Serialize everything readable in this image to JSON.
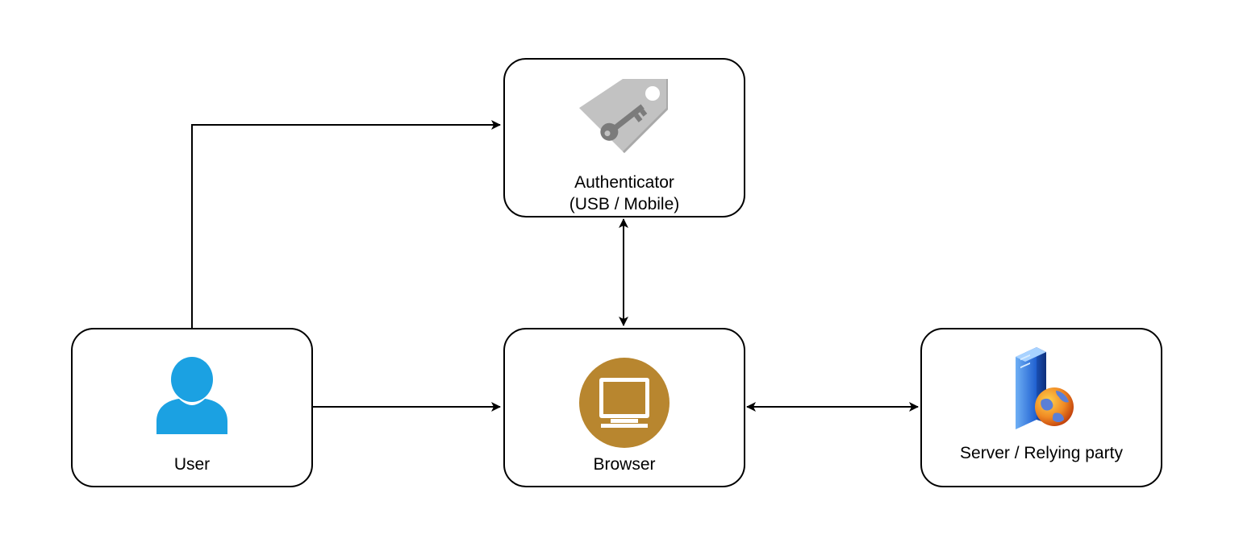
{
  "nodes": {
    "authenticator": {
      "label_line1": "Authenticator",
      "label_line2": "(USB / Mobile)",
      "icon": "key-tag-icon"
    },
    "user": {
      "label": "User",
      "icon": "user-icon"
    },
    "browser": {
      "label": "Browser",
      "icon": "monitor-icon"
    },
    "server": {
      "label": "Server / Relying party",
      "icon": "server-globe-icon"
    }
  },
  "edges": [
    {
      "from": "user",
      "to": "authenticator",
      "direction": "one-way"
    },
    {
      "from": "user",
      "to": "browser",
      "direction": "one-way"
    },
    {
      "from": "authenticator",
      "to": "browser",
      "direction": "two-way"
    },
    {
      "from": "browser",
      "to": "server",
      "direction": "two-way"
    }
  ],
  "colors": {
    "stroke": "#000000",
    "user_icon": "#1ba1e2",
    "browser_icon": "#b8862f",
    "key_tag": "#c2c2c2",
    "key": "#7b7b7b",
    "server_blue": "#2f7de0",
    "globe_orange": "#e8731a"
  }
}
